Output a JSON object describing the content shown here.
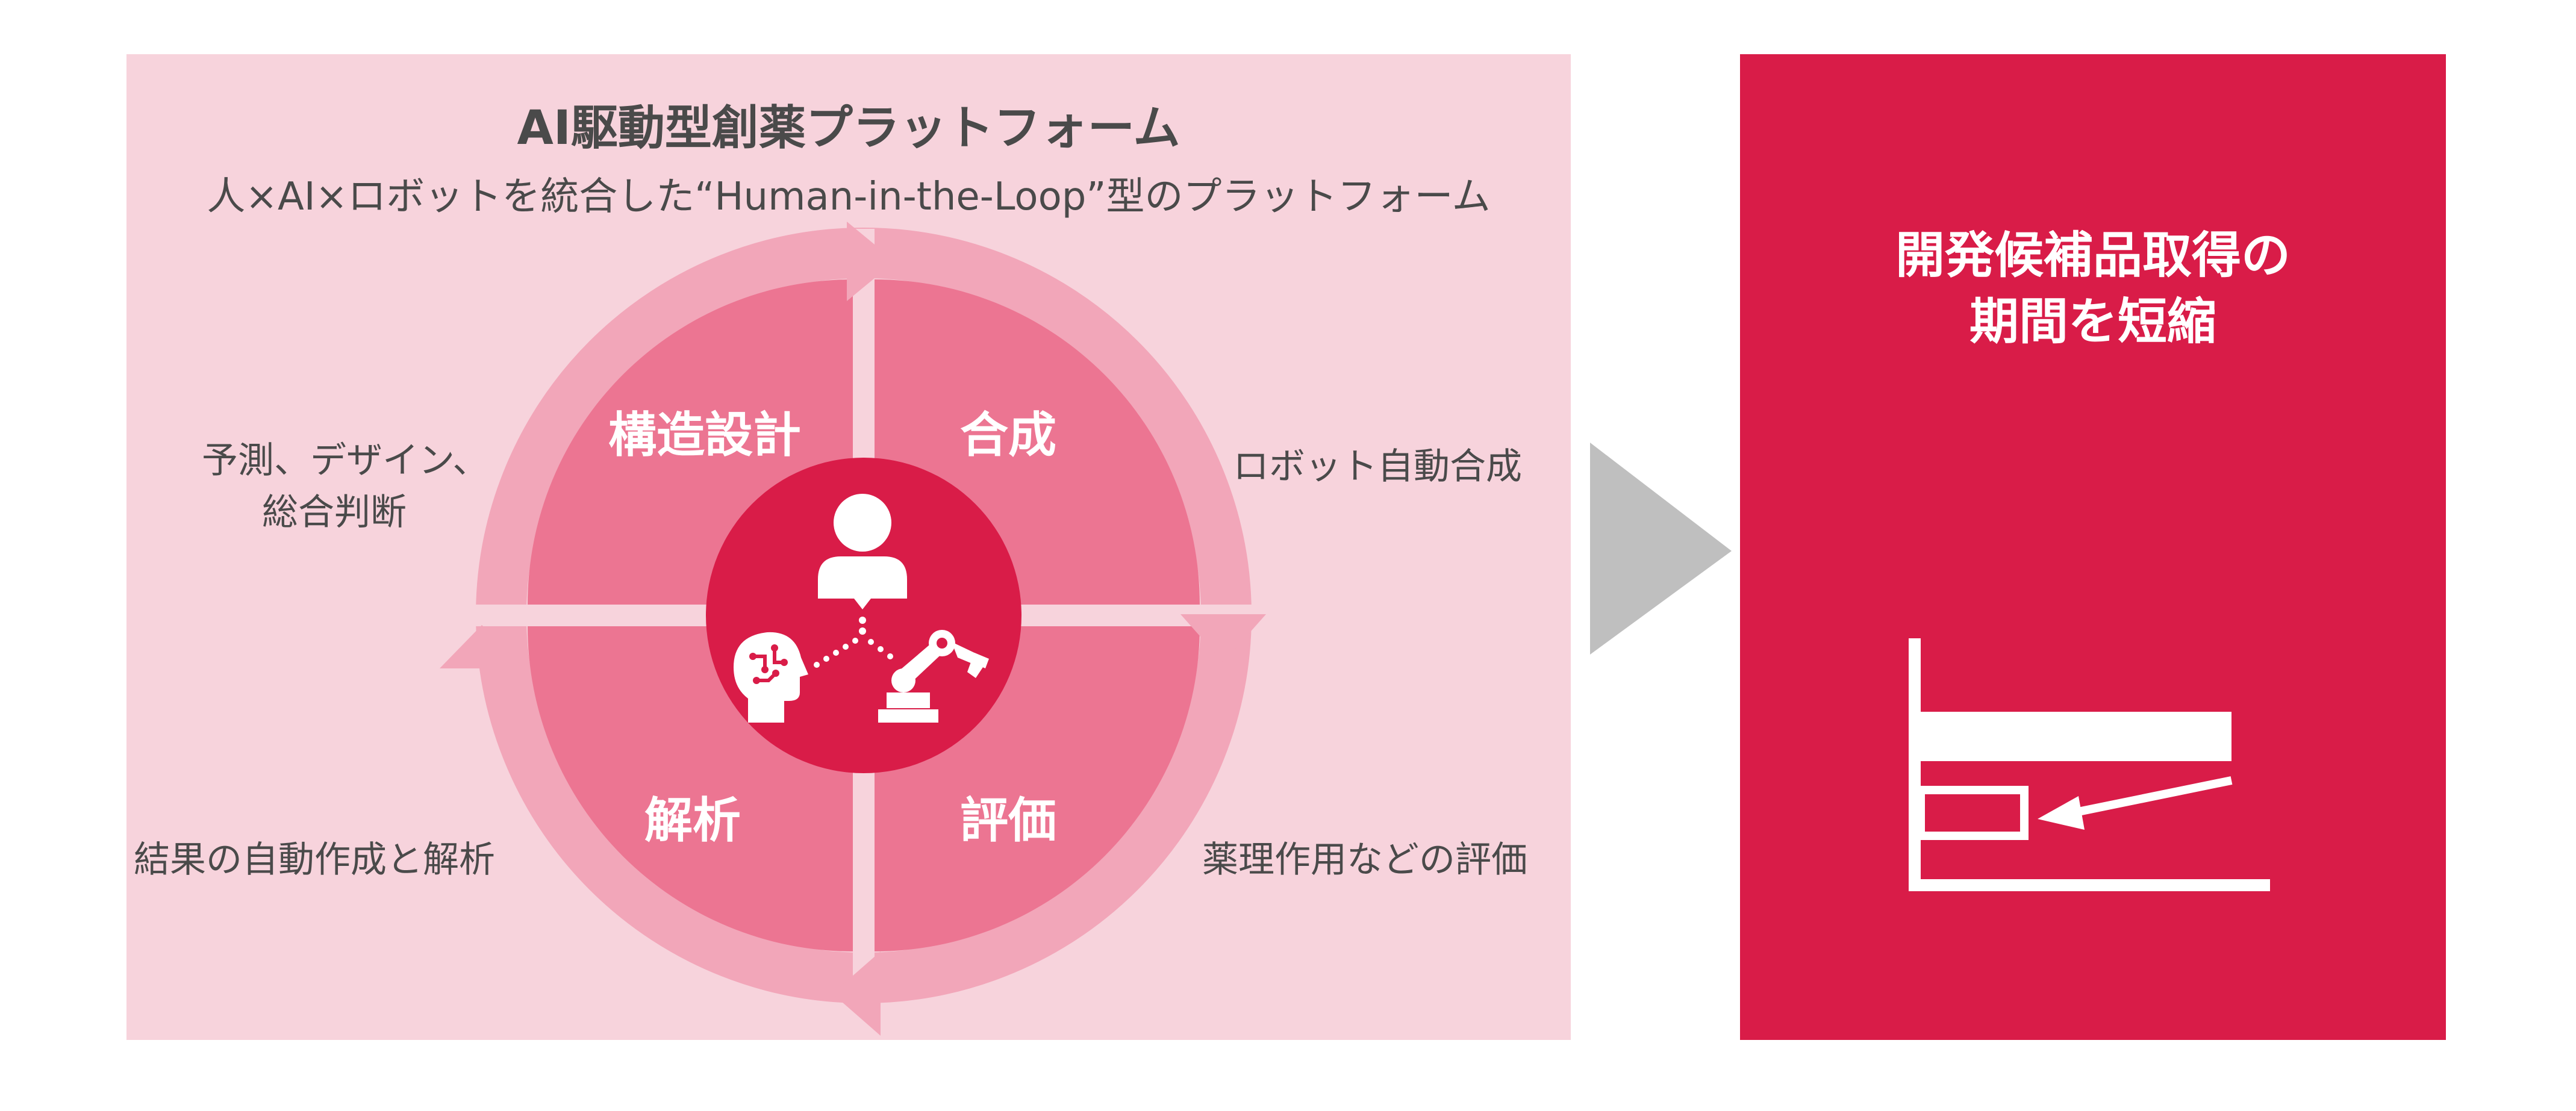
{
  "platform": {
    "title": "AI駆動型創薬プラットフォーム",
    "subtitle": "人×AI×ロボットを統合した“Human-in-the-Loop”型のプラットフォーム"
  },
  "cycle": {
    "quadrants": {
      "structure_design": "構造設計",
      "synthesis": "合成",
      "analysis": "解析",
      "evaluation": "評価"
    },
    "descriptions": {
      "top_left_line1": "予測、デザイン、",
      "top_left_line2": "総合判断",
      "top_right": "ロボット自動合成",
      "bottom_left": "結果の自動作成と解析",
      "bottom_right": "薬理作用などの評価"
    },
    "center_icons": [
      "person-icon",
      "ai-head-icon",
      "robot-arm-icon"
    ]
  },
  "result": {
    "title_line1": "開発候補品取得の",
    "title_line2": "期間を短縮"
  },
  "colors": {
    "panel_bg": "#f7d3dc",
    "ring": "#f2a6b9",
    "quadrant": "#ec7592",
    "accent": "#d91c48",
    "arrow": "#bfbfbf"
  }
}
